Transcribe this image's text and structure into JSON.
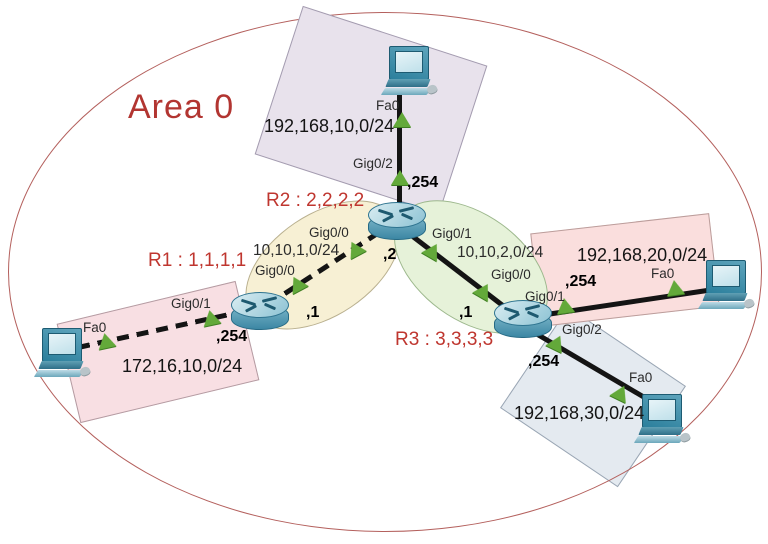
{
  "area_label": "Area 0",
  "colors": {
    "area_outline": "#b4605d",
    "router_label_red": "#bf362f",
    "link_black": "#141414",
    "arrow_green": "#63a93a",
    "zone_top_fill": "#e8e2ec",
    "zone_left_fill": "#f8dfe3",
    "zone_right_fill": "#fadedd",
    "zone_bottom_fill": "#e4eaf0",
    "zone_link1_fill": "#f7f0d4",
    "zone_link2_fill": "#e6f2d9"
  },
  "routers": {
    "r1": {
      "label": "R1 : 1,1,1,1"
    },
    "r2": {
      "label": "R2 : 2,2,2,2"
    },
    "r3": {
      "label": "R3 : 3,3,3,3"
    }
  },
  "lans": {
    "left": {
      "network": "172,16,10,0/24",
      "pc_interface": "Fa0",
      "router_interface": "Gig0/1",
      "router_ip_suffix": ",254"
    },
    "top": {
      "network": "192,168,10,0/24",
      "pc_interface": "Fa0",
      "router_interface": "Gig0/2",
      "router_ip_suffix": ",254"
    },
    "right": {
      "network": "192,168,20,0/24",
      "pc_interface": "Fa0",
      "router_interface": "Gig0/1",
      "router_ip_suffix": ",254"
    },
    "bottom": {
      "network": "192,168,30,0/24",
      "pc_interface": "Fa0",
      "router_interface": "Gig0/2",
      "router_ip_suffix": ",254"
    }
  },
  "backbone": {
    "r1_r2": {
      "network": "10,10,1,0/24",
      "r1_interface": "Gig0/0",
      "r1_ip_suffix": ",1",
      "r2_interface": "Gig0/0",
      "r2_ip_suffix": ",2"
    },
    "r2_r3": {
      "network": "10,10,2,0/24",
      "r2_interface": "Gig0/1",
      "r3_interface": "Gig0/0",
      "r3_ip_suffix": ",1"
    }
  }
}
